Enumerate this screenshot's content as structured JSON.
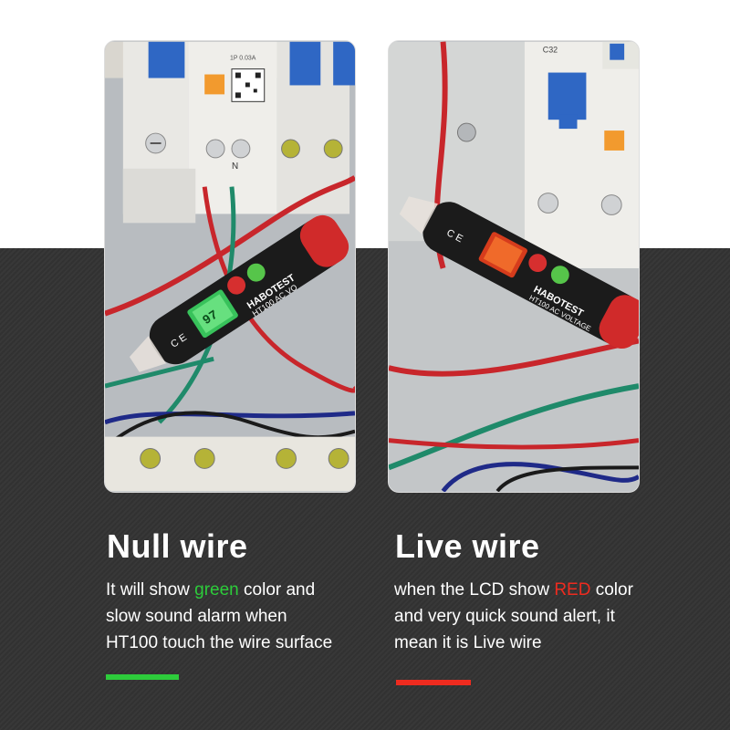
{
  "colors": {
    "green_accent": "#2dcc3b",
    "red_accent": "#ee2b1f",
    "background_dark": "#333333",
    "background_light": "#ffffff"
  },
  "left": {
    "photo": {
      "brand": "HABOTEST",
      "model": "HT100 AC VO",
      "lcd_reading": "97",
      "lcd_color": "green",
      "terminal_label": "N",
      "breaker_text": "1P 0.03A"
    },
    "title": "Null wire",
    "lines": [
      [
        {
          "text": "It will show ",
          "accent": false
        },
        {
          "text": "green",
          "accent": true
        },
        {
          "text": " color and",
          "accent": false
        }
      ],
      [
        {
          "text": "slow sound alarm when",
          "accent": false
        }
      ],
      [
        {
          "text": "HT100 touch the wire surface",
          "accent": false
        }
      ]
    ]
  },
  "right": {
    "photo": {
      "brand": "HABOTEST",
      "model": "HT100 AC VOLTAGE",
      "lcd_color": "red",
      "breaker_text": "C32"
    },
    "title": "Live wire",
    "lines": [
      [
        {
          "text": "when the LCD show ",
          "accent": false
        },
        {
          "text": "RED",
          "accent": true
        },
        {
          "text": " color",
          "accent": false
        }
      ],
      [
        {
          "text": "and very quick sound alert, it",
          "accent": false
        }
      ],
      [
        {
          "text": "mean it is Live wire",
          "accent": false
        }
      ]
    ]
  }
}
